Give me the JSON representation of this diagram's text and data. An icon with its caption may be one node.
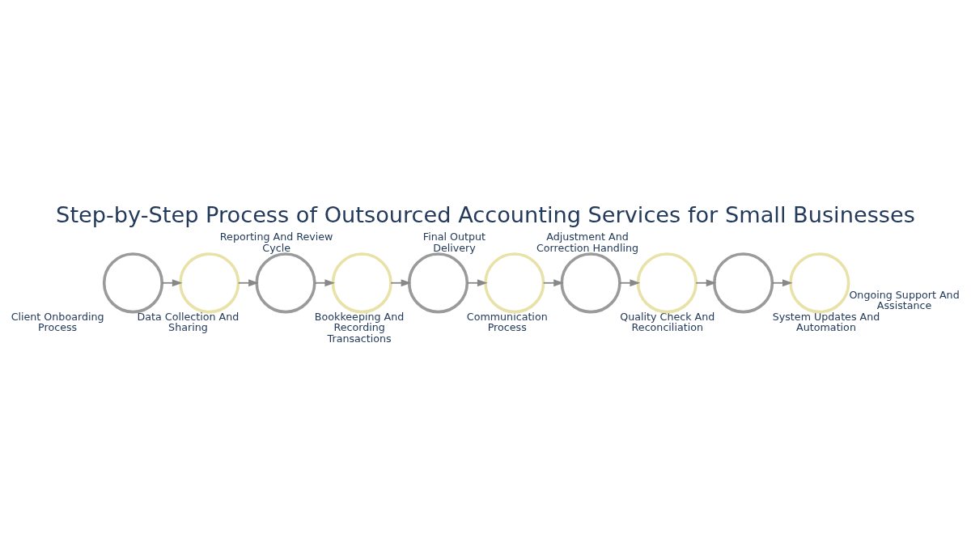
{
  "diagram": {
    "title": "Step-by-Step Process of Outsourced Accounting Services for Small Businesses",
    "nodes": [
      {
        "text": [],
        "shape": "circle",
        "beside": [
          "Client Onboarding Process"
        ]
      },
      {
        "text": [],
        "shape": "circle",
        "beside": [
          "Data Collection And Sharing"
        ]
      },
      {
        "text": [],
        "shape": "circle",
        "beside": [
          "Bookkeeping And Recording Transactions"
        ]
      },
      {
        "text": [],
        "shape": "circle",
        "beside": [
          "Reporting And Review Cycle"
        ]
      },
      {
        "text": [],
        "shape": "circle",
        "beside": [
          "Communication Process"
        ]
      },
      {
        "text": [],
        "shape": "circle",
        "beside": [
          "Final Output Delivery"
        ]
      },
      {
        "text": [],
        "shape": "circle",
        "beside": [
          "Quality Check And Reconciliation"
        ]
      },
      {
        "text": [],
        "shape": "circle",
        "beside": [
          "Adjustment And Correction Handling"
        ]
      },
      {
        "text": [],
        "shape": "circle",
        "beside": [
          "System Updates And Automation"
        ]
      },
      {
        "text": [],
        "shape": "circle",
        "beside": [
          "Ongoing Support And Assistance"
        ]
      }
    ],
    "edges": [
      {
        "from": 0,
        "to": 1,
        "arrow": "to"
      },
      {
        "from": 1,
        "to": 2,
        "arrow": "to"
      },
      {
        "from": 2,
        "to": 3,
        "arrow": "to"
      },
      {
        "from": 3,
        "to": 4,
        "arrow": "to"
      },
      {
        "from": 4,
        "to": 5,
        "arrow": "to"
      },
      {
        "from": 5,
        "to": 6,
        "arrow": "to"
      },
      {
        "from": 6,
        "to": 7,
        "arrow": "to"
      },
      {
        "from": 7,
        "to": 8,
        "arrow": "to"
      },
      {
        "from": 8,
        "to": 9,
        "arrow": "to"
      }
    ]
  }
}
